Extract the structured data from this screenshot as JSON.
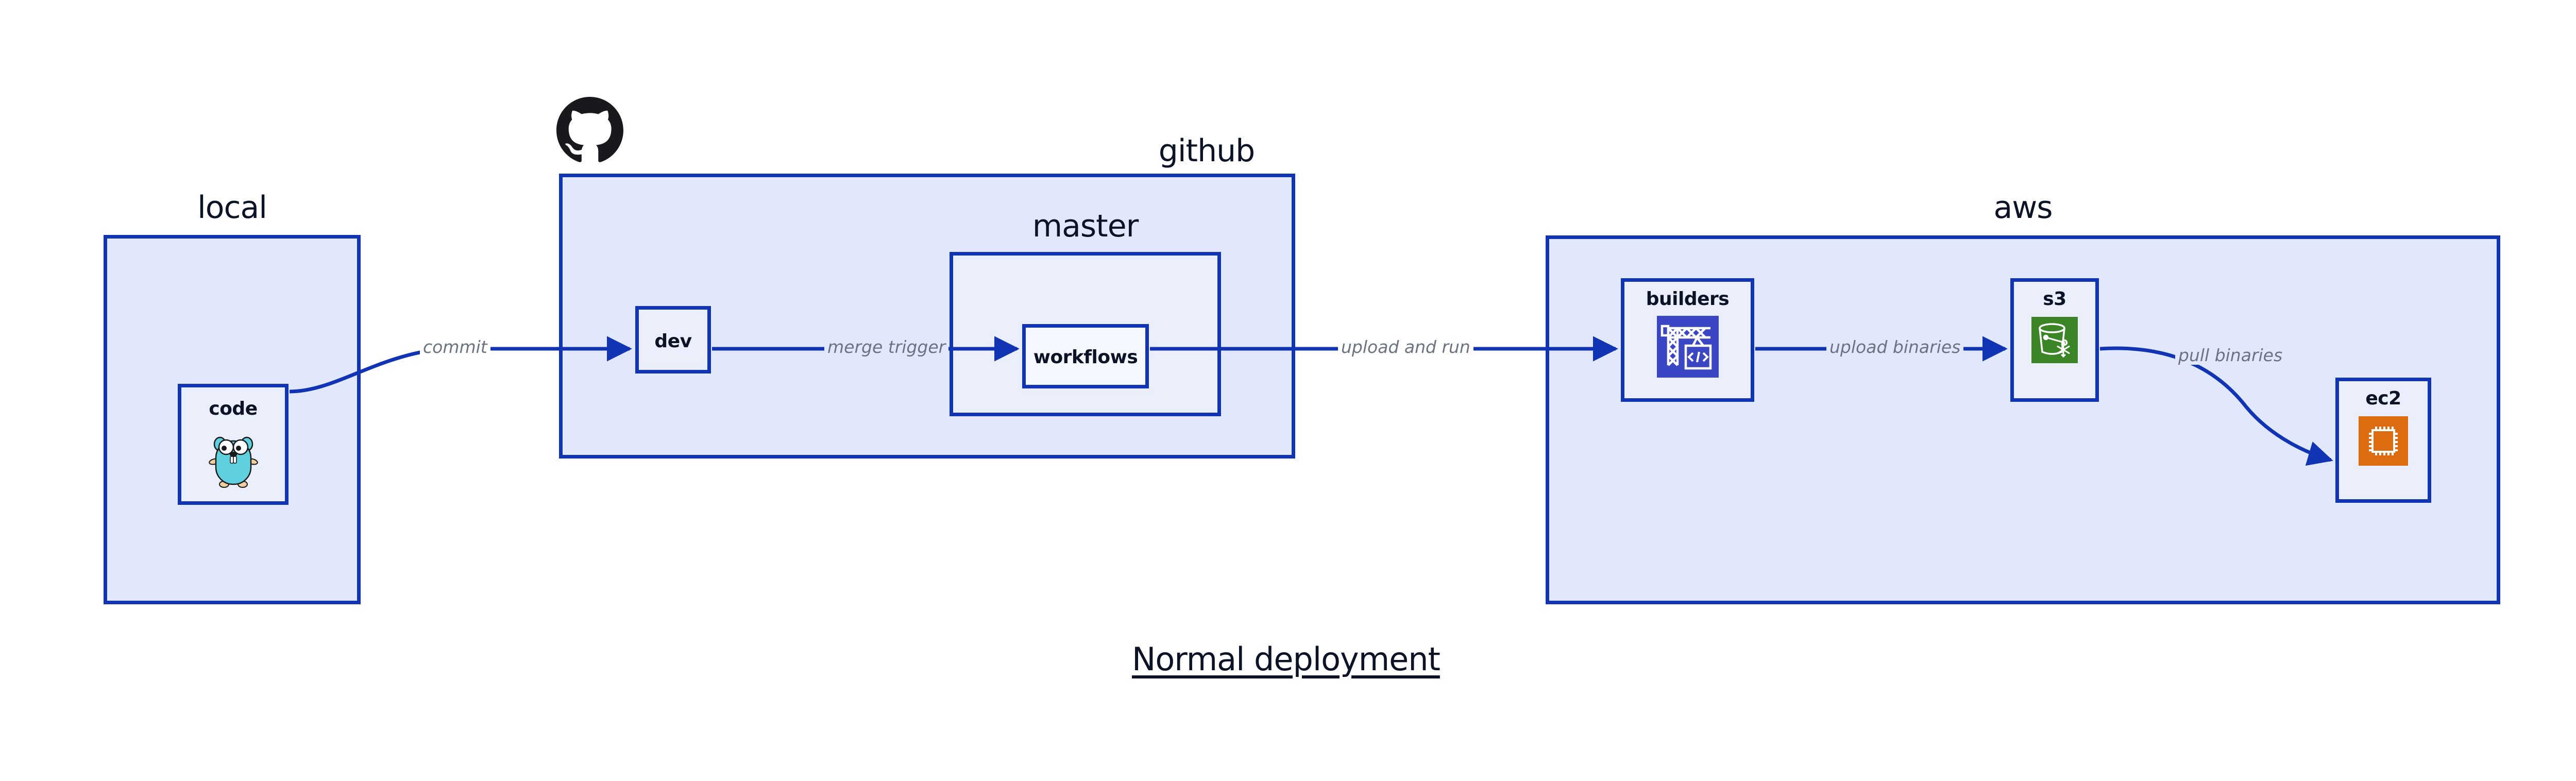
{
  "diagram": {
    "caption": "Normal deployment",
    "accent_border": "#1034b4",
    "group_fill": "#e2e8fb",
    "node_fill": "#eaeffb",
    "edge_label_color": "#6b7280",
    "text_color": "#0d1326"
  },
  "groups": [
    {
      "id": "local",
      "label": "local"
    },
    {
      "id": "github",
      "label": "github"
    },
    {
      "id": "master",
      "label": "master"
    },
    {
      "id": "aws",
      "label": "aws"
    }
  ],
  "nodes": [
    {
      "id": "code",
      "label": "code",
      "icon": "go-gopher-icon",
      "icon_color": "#5fd0dd"
    },
    {
      "id": "dev",
      "label": "dev",
      "icon": null,
      "icon_color": null
    },
    {
      "id": "workflows",
      "label": "workflows",
      "icon": null,
      "icon_color": null
    },
    {
      "id": "builders",
      "label": "builders",
      "icon": "crane-code-icon",
      "icon_color": "#3b46c4"
    },
    {
      "id": "s3",
      "label": "s3",
      "icon": "s3-bucket-icon",
      "icon_color": "#3c8527"
    },
    {
      "id": "ec2",
      "label": "ec2",
      "icon": "cpu-chip-icon",
      "icon_color": "#dd6c10"
    }
  ],
  "edges": [
    {
      "id": "code-to-dev",
      "from": "code",
      "to": "dev",
      "label": "commit"
    },
    {
      "id": "dev-to-workflows",
      "from": "dev",
      "to": "workflows",
      "label": "merge trigger"
    },
    {
      "id": "workflows-to-builders",
      "from": "workflows",
      "to": "builders",
      "label": "upload and run"
    },
    {
      "id": "builders-to-s3",
      "from": "builders",
      "to": "s3",
      "label": "upload binaries"
    },
    {
      "id": "s3-to-ec2",
      "from": "s3",
      "to": "ec2",
      "label": "pull binaries"
    }
  ],
  "logos": [
    {
      "id": "github-logo",
      "name": "github-octocat-icon",
      "color": "#19191d"
    }
  ]
}
